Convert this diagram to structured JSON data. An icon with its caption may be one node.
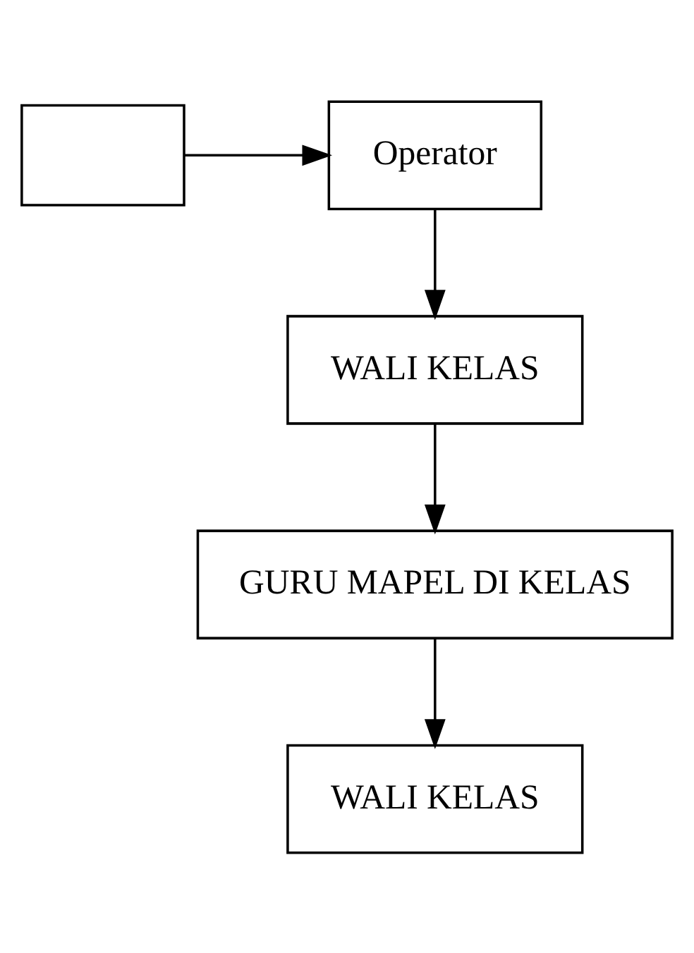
{
  "diagram": {
    "nodes": [
      {
        "text": [],
        "shape": "box"
      },
      {
        "text": [
          "Operator"
        ]
      },
      {
        "text": [
          "WALI KELAS"
        ]
      },
      {
        "text": [
          "GURU MAPEL DI KELAS"
        ]
      },
      {
        "text": [
          "WALI KELAS"
        ]
      }
    ],
    "edges": [
      {
        "from": 0,
        "to": 1,
        "arrow": "to"
      },
      {
        "from": 1,
        "to": 2,
        "arrow": "to"
      },
      {
        "from": 2,
        "to": 3,
        "arrow": "to"
      },
      {
        "from": 3,
        "to": 4,
        "arrow": "to"
      }
    ]
  }
}
